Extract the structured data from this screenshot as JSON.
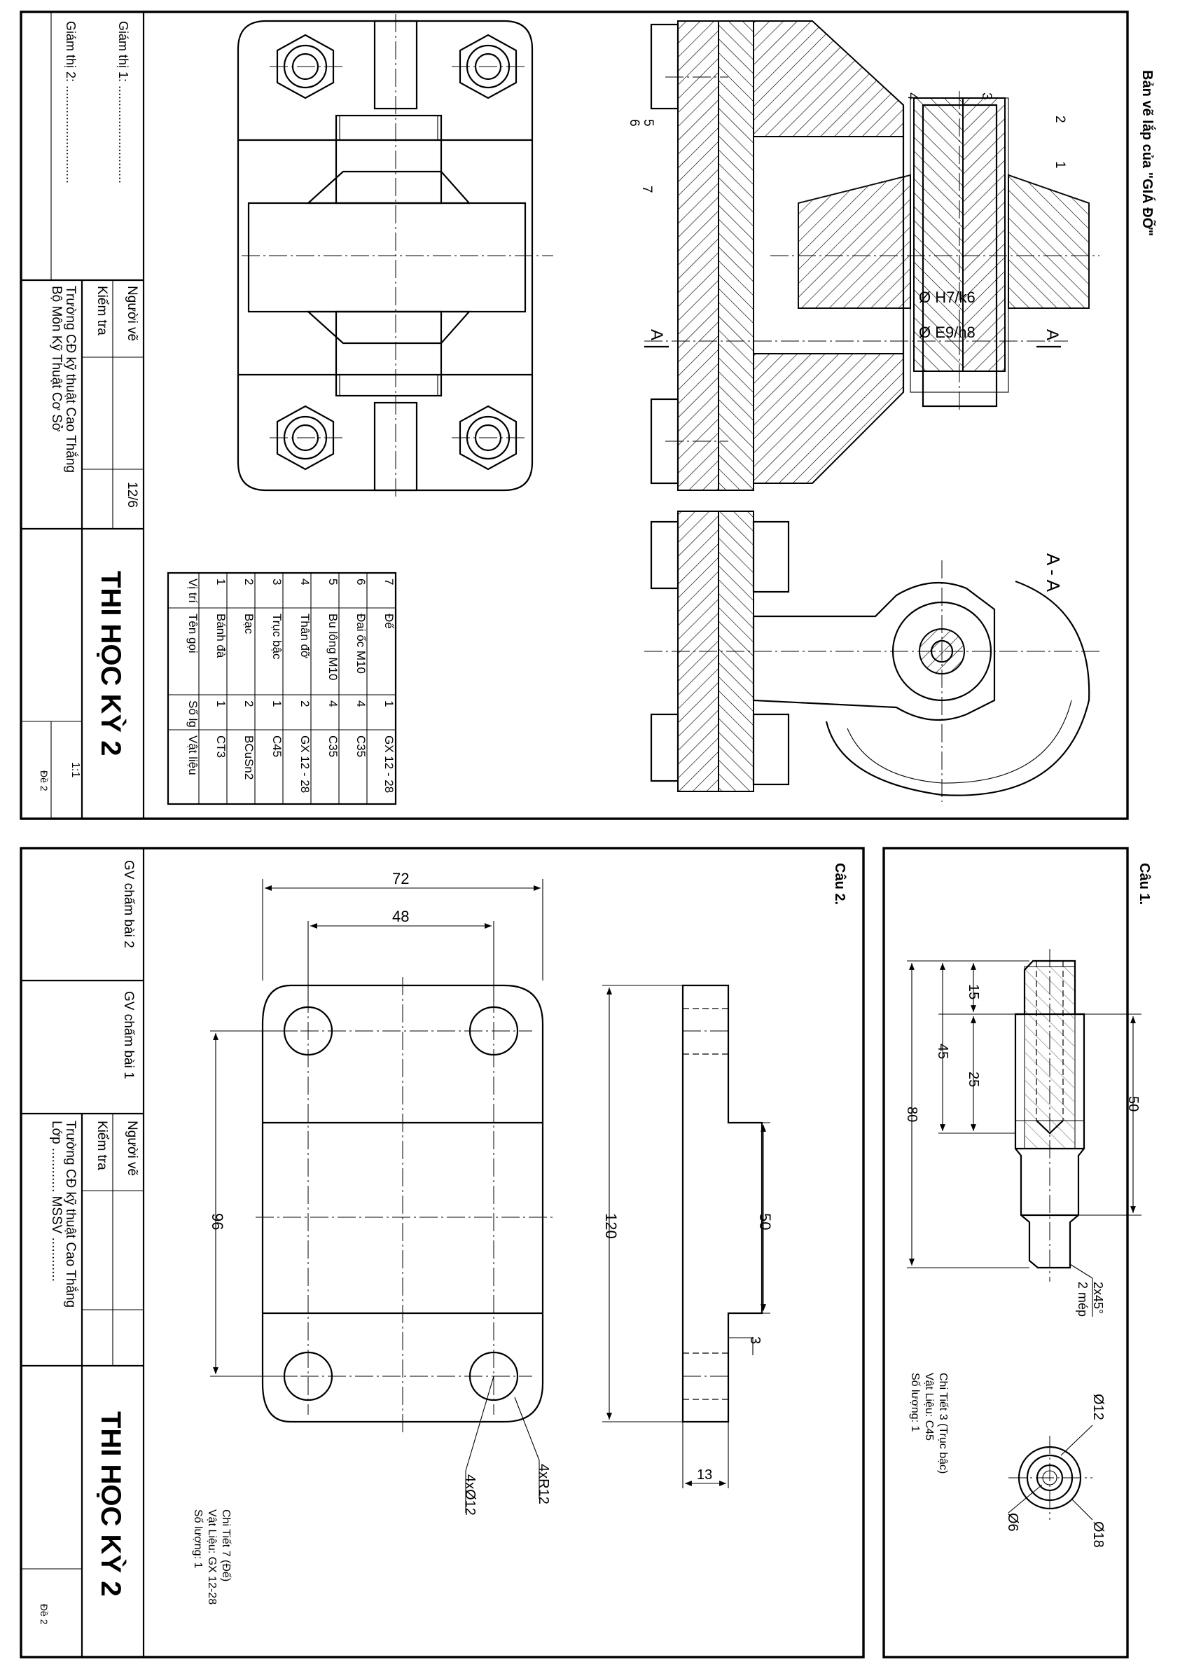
{
  "sheet_top": {
    "title": "Bản vẽ lắp của \"GIÁ ĐỠ\"",
    "section_label": "A - A",
    "section_mark": "A",
    "fits": [
      "Ø H7/k6",
      "Ø E9/h8"
    ],
    "balloons": [
      "1",
      "2",
      "3",
      "4",
      "5",
      "6",
      "7"
    ],
    "title_block": {
      "supervisor_1": "Giám thị 1: ............................",
      "supervisor_2": "Giám thị 2: ............................",
      "drawn_by": "Người vẽ",
      "checked_by": "Kiểm tra",
      "date": "12/6",
      "school": "Trường CĐ kỹ thuật Cao Thắng",
      "department": "Bộ Môn Kỹ Thuật Cơ Sở",
      "exam_title": "THI HỌC KỲ 2",
      "scale": "1:1",
      "exam_code": "Đề 2"
    },
    "parts_list": {
      "headers": [
        "Vị trí",
        "Tên gọi",
        "Số lg",
        "Vật liệu"
      ],
      "rows": [
        [
          "7",
          "Đế",
          "1",
          "GX 12 - 28"
        ],
        [
          "6",
          "Đai ốc M10",
          "4",
          "C35"
        ],
        [
          "5",
          "Bu lông M10",
          "4",
          "C35"
        ],
        [
          "4",
          "Thân đỡ",
          "2",
          "GX 12 - 28"
        ],
        [
          "3",
          "Trục bậc",
          "1",
          "C45"
        ],
        [
          "2",
          "Bạc",
          "2",
          "BCuSn2"
        ],
        [
          "1",
          "Bánh đà",
          "1",
          "CT3"
        ]
      ]
    }
  },
  "sheet_bottom": {
    "title_block": {
      "grader_2": "GV chấm bài 2",
      "grader_1": "GV chấm bài 1",
      "drawn_by": "Người vẽ",
      "checked_by": "Kiểm tra",
      "school": "Trường CĐ kỹ thuật Cao Thắng",
      "class_line": "Lớp ............ MSSV ............",
      "exam_title": "THI HỌC KỲ 2",
      "exam_code": "Đề 2"
    },
    "question_2": {
      "label": "Câu 2.",
      "dims": {
        "w72": "72",
        "w48": "48",
        "h96": "96",
        "h120": "120",
        "h50": "50",
        "t3": "3",
        "t13": "13",
        "holes": "4xØ12",
        "radius": "4xR12"
      },
      "note": [
        "Chi Tiết 7 (Đế)",
        "Vật Liệu: GX 12-28",
        "Số lượng: 1"
      ]
    },
    "question_1": {
      "label": "Câu 1.",
      "dims": {
        "d15": "15",
        "d45": "45",
        "d25": "25",
        "d80": "80",
        "d50": "50",
        "chamfer_1": "2x45°",
        "chamfer_2": "2 mép",
        "dia12": "Ø12",
        "dia6": "Ø6",
        "dia18": "Ø18"
      },
      "note": [
        "Chi Tiết 3 (Trục bậc)",
        "Vật Liệu: C45",
        "Số lượng: 1"
      ]
    }
  }
}
